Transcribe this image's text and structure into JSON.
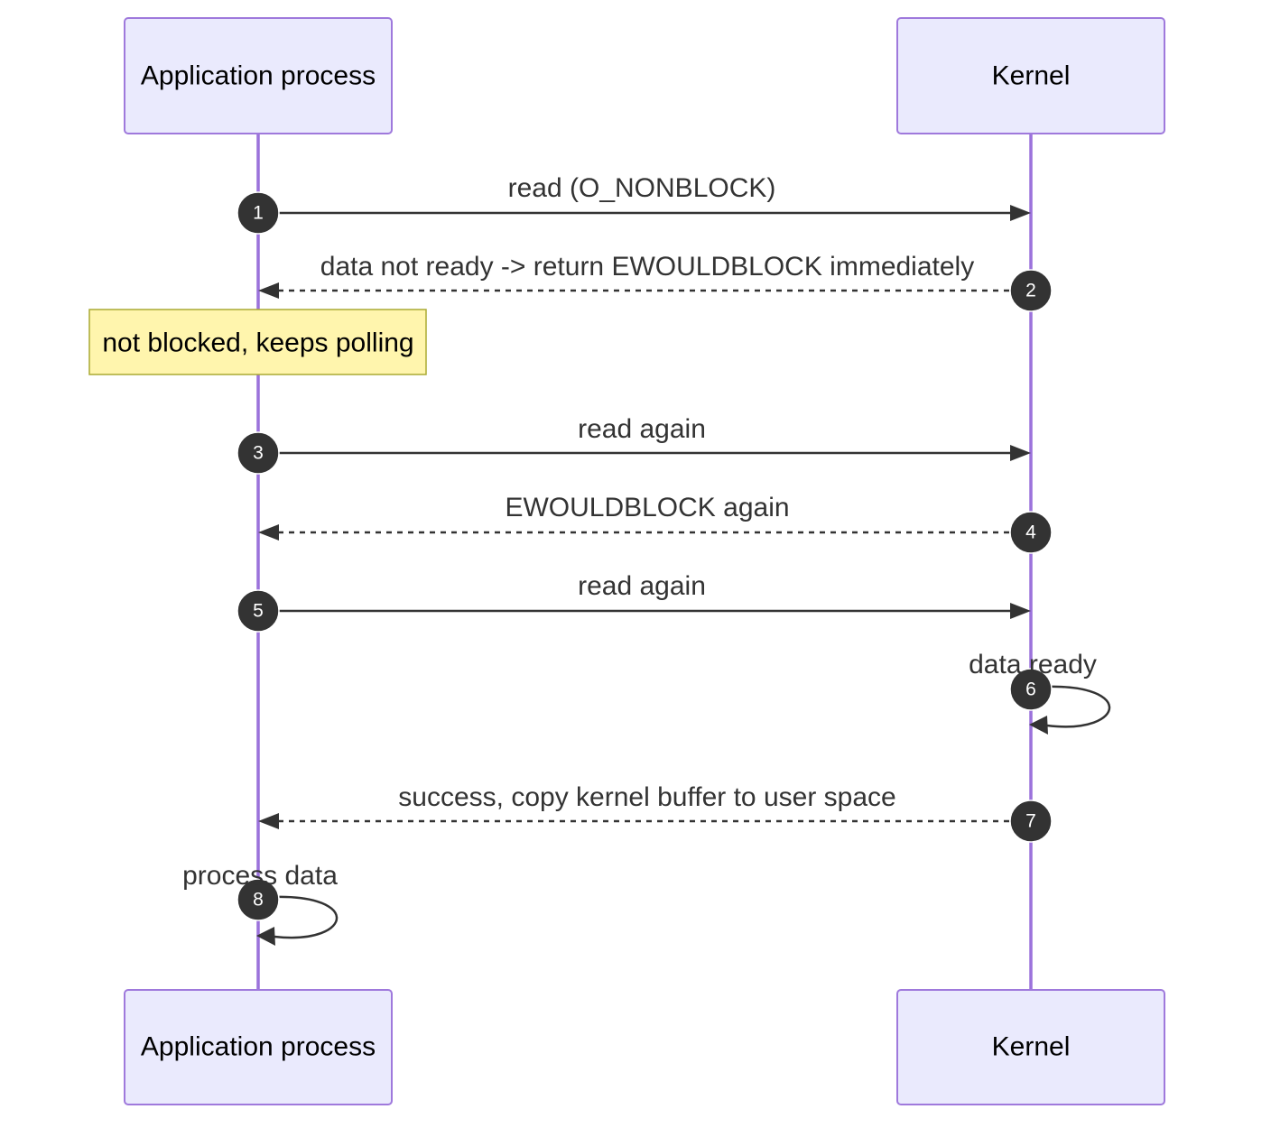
{
  "actors": {
    "app": "Application process",
    "kernel": "Kernel"
  },
  "note": {
    "text": "not blocked, keeps polling"
  },
  "messages": [
    {
      "seq": "1",
      "from": "app",
      "to": "kernel",
      "style": "solid",
      "label": "read (O_NONBLOCK)"
    },
    {
      "seq": "2",
      "from": "kernel",
      "to": "app",
      "style": "dashed",
      "label": "data not ready -> return EWOULDBLOCK immediately"
    },
    {
      "seq": "3",
      "from": "app",
      "to": "kernel",
      "style": "solid",
      "label": "read again"
    },
    {
      "seq": "4",
      "from": "kernel",
      "to": "app",
      "style": "dashed",
      "label": "EWOULDBLOCK again"
    },
    {
      "seq": "5",
      "from": "app",
      "to": "kernel",
      "style": "solid",
      "label": "read again"
    },
    {
      "seq": "6",
      "from": "kernel",
      "to": "kernel",
      "style": "self",
      "label": "data ready"
    },
    {
      "seq": "7",
      "from": "kernel",
      "to": "app",
      "style": "dashed",
      "label": "success, copy kernel buffer to user space"
    },
    {
      "seq": "8",
      "from": "app",
      "to": "app",
      "style": "self",
      "label": "process data"
    }
  ],
  "colors": {
    "actor_fill": "#eaeafd",
    "actor_border": "#9f79dc",
    "lifeline": "#9b72db",
    "message": "#333333",
    "note_fill": "#fff5ad",
    "note_border": "#aaaa33"
  }
}
